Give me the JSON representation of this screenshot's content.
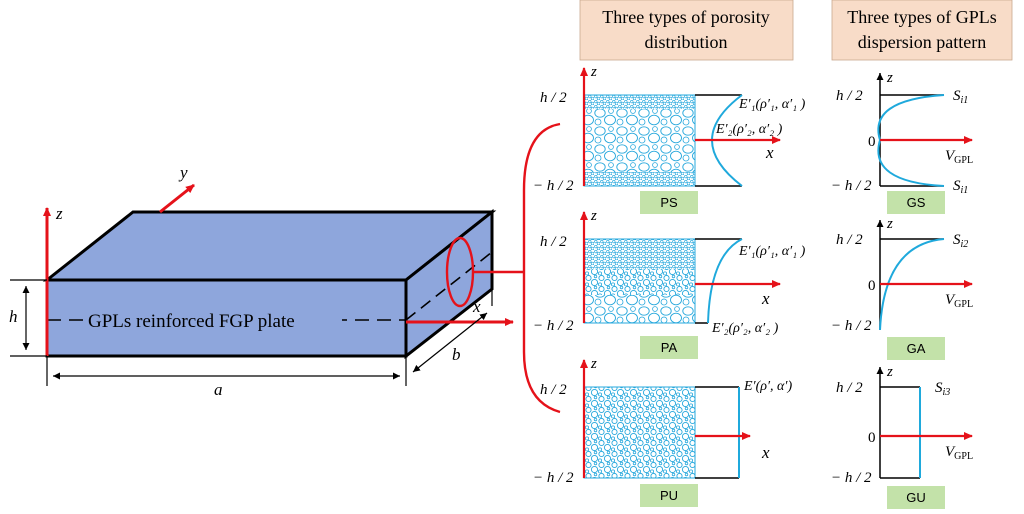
{
  "headers": {
    "porosity": [
      "Three types of porosity",
      "distribution"
    ],
    "gpl": [
      "Three types of GPLs",
      "dispersion pattern"
    ]
  },
  "plate": {
    "label": "GPLs reinforced FGP plate",
    "dim_a": "a",
    "dim_b": "b",
    "dim_h": "h",
    "axis_x": "x",
    "axis_y": "y",
    "axis_z": "z"
  },
  "porosity_panels": [
    {
      "tag": "PS",
      "top": "h / 2",
      "bottom": "− h / 2",
      "axis_z": "z",
      "axis_x": "x",
      "e1": "E′₁(ρ′₁, α′₁ )",
      "e2": "E′₂(ρ′₂, α′₂ )"
    },
    {
      "tag": "PA",
      "top": "h / 2",
      "bottom": "− h / 2",
      "axis_z": "z",
      "axis_x": "x",
      "e1": "E′₁(ρ′₁, α′₁ )",
      "e2": "E′₂(ρ′₂, α′₂ )"
    },
    {
      "tag": "PU",
      "top": "h / 2",
      "bottom": "− h / 2",
      "axis_z": "z",
      "axis_x": "x",
      "e1": "E′(ρ′, α′)"
    }
  ],
  "gpl_panels": [
    {
      "tag": "GS",
      "top": "h / 2",
      "zero": "0",
      "bottom": "− h / 2",
      "axis_z": "z",
      "axis": "V",
      "axis_sub": "GPL",
      "s_top": "S",
      "s_top_sub": "i1",
      "s_bottom": "S",
      "s_bottom_sub": "i1"
    },
    {
      "tag": "GA",
      "top": "h / 2",
      "zero": "0",
      "bottom": "− h / 2",
      "axis_z": "z",
      "axis": "V",
      "axis_sub": "GPL",
      "s_top": "S",
      "s_top_sub": "i2"
    },
    {
      "tag": "GU",
      "top": "h / 2",
      "zero": "0",
      "bottom": "− h / 2",
      "axis_z": "z",
      "axis": "V",
      "axis_sub": "GPL",
      "s_top": "S",
      "s_top_sub": "i3"
    }
  ],
  "colors": {
    "plate_fill": "#8ea6dc",
    "red": "#e5121a",
    "cyan": "#1fa9dc",
    "header_fill": "#f8dcc8",
    "tag_fill": "#c3e2a9"
  }
}
